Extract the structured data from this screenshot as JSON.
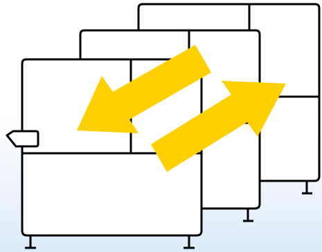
{
  "diagram": {
    "subject": "rolling-storage-units",
    "background": {
      "top": "#ffffff",
      "bottom": "#dcebf9"
    },
    "stroke_color": "#000000",
    "unit_fill": "#ffffff",
    "arrow_color": "#ffd000",
    "units": [
      {
        "id": "back",
        "feet": 1
      },
      {
        "id": "middle",
        "feet": 1
      },
      {
        "id": "front",
        "feet": 2,
        "has_handle": true
      }
    ],
    "arrows": [
      {
        "id": "left-arrow",
        "direction": "down-left"
      },
      {
        "id": "right-arrow",
        "direction": "up-right"
      }
    ]
  }
}
